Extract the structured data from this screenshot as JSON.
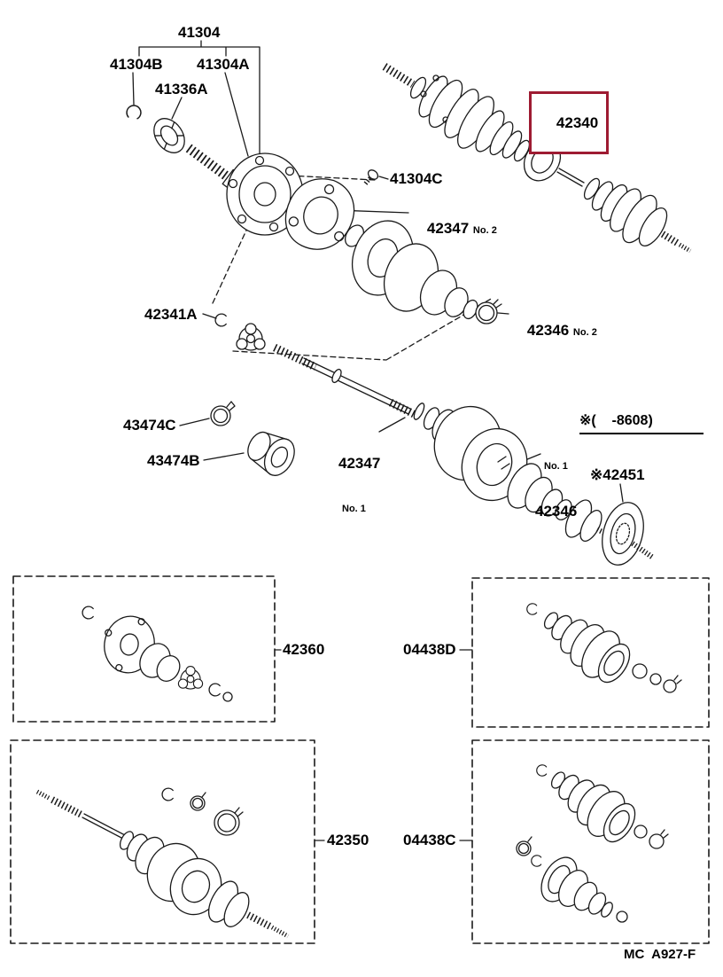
{
  "diagram": {
    "footer_code": "MC  A927-F",
    "note_8608": "※(    -8608)"
  },
  "colors": {
    "highlight": "#9e1b32",
    "line": "#1a1a1a"
  },
  "labels": {
    "p41304": "41304",
    "p41304b": "41304B",
    "p41304a": "41304A",
    "p41336a": "41336A",
    "p41304c": "41304C",
    "p42347": "42347",
    "p42340": "42340",
    "p42341a": "42341A",
    "p42346": "42346",
    "p43474c": "43474C",
    "p43474b": "43474B",
    "p42451": "※42451",
    "p42360": "42360",
    "p04438d": "04438D",
    "p42350": "42350",
    "p04438c": "04438C",
    "no1": "No. 1",
    "no2": "No. 2"
  }
}
